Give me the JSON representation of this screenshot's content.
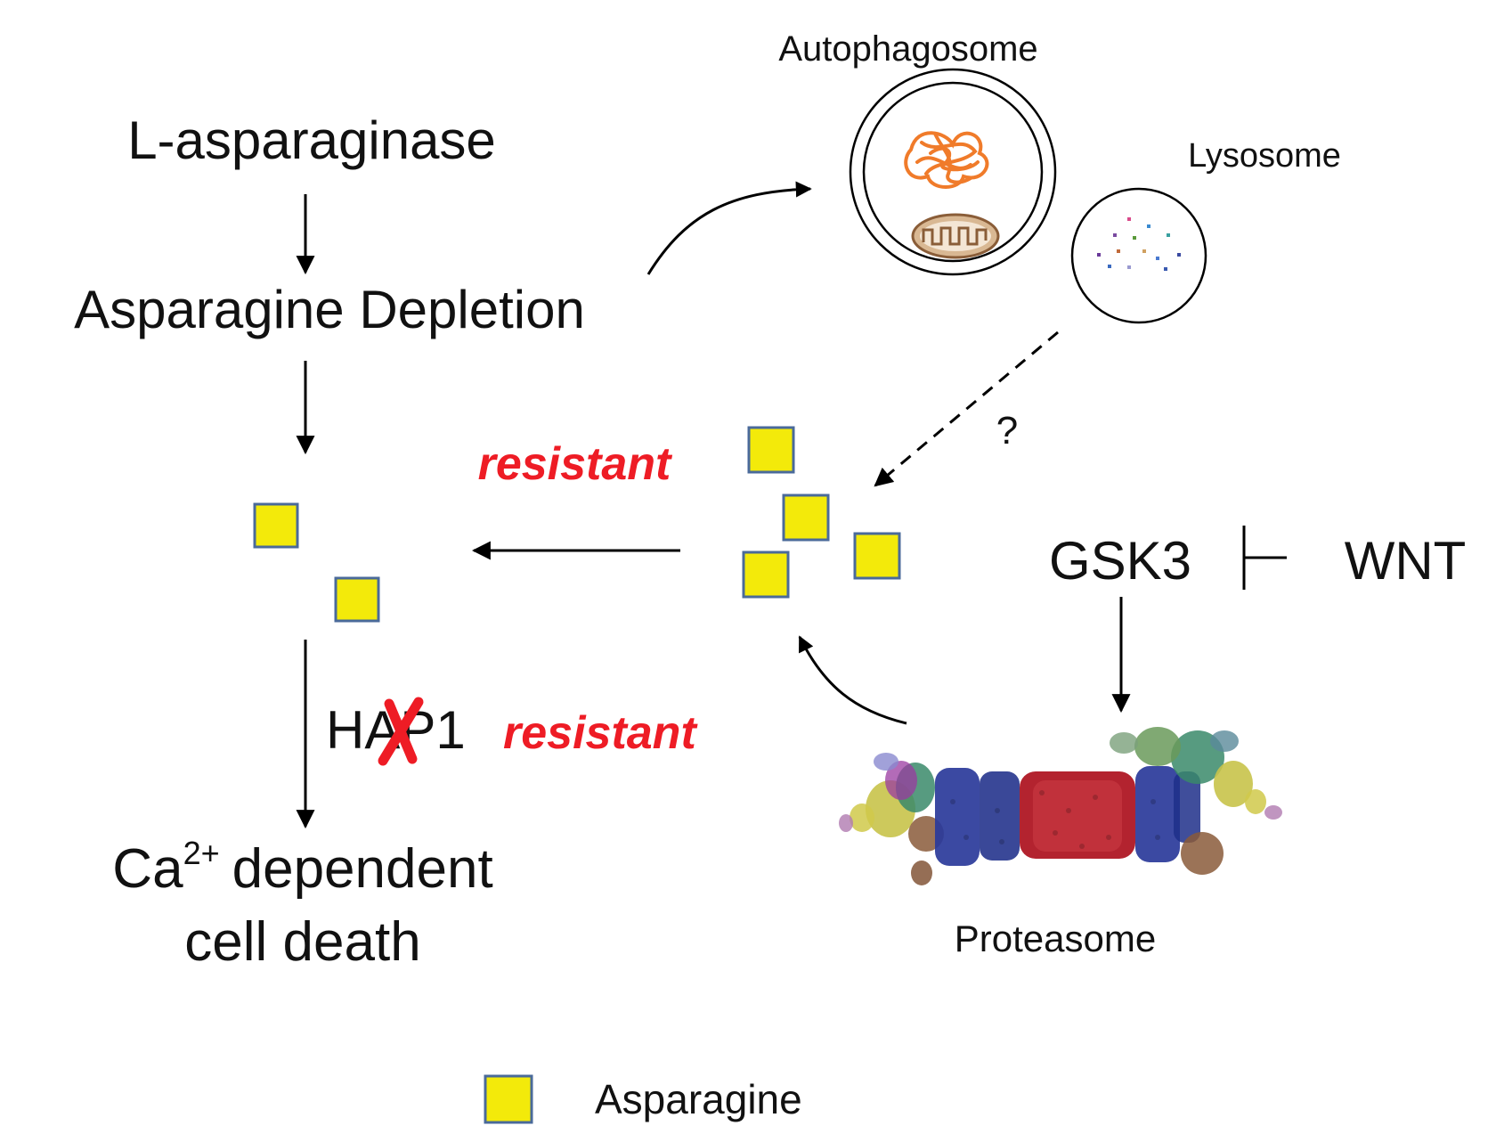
{
  "labels": {
    "l_asparaginase": "L-asparaginase",
    "asparagine_depletion": "Asparagine Depletion",
    "autophagosome": "Autophagosome",
    "lysosome": "Lysosome",
    "question": "?",
    "resistant_top": "resistant",
    "resistant_hap1": "resistant",
    "hap1_pre": "HA",
    "hap1_post": "P1",
    "gsk3": "GSK3",
    "wnt": "WNT",
    "proteasome": "Proteasome",
    "ca": "Ca",
    "ca_sup": "2+",
    "dependent": "dependent",
    "cell_death": "cell death",
    "legend_asparagine": "Asparagine"
  },
  "colors": {
    "asparagine_fill": "#f3ea0a",
    "asparagine_border": "#4a6a9a",
    "resistant_red": "#ee1c25",
    "protein_orange": "#f07b2a",
    "mito_brown": "#a87a52",
    "proteasome_red": "#b3232f",
    "proteasome_blue": "#2a3a9a"
  },
  "icons": {
    "cross_mark": "red-x-icon",
    "protein_aggregate": "protein-aggregate-icon",
    "mitochondrion": "mitochondrion-icon",
    "proteasome": "proteasome-structure-icon"
  }
}
